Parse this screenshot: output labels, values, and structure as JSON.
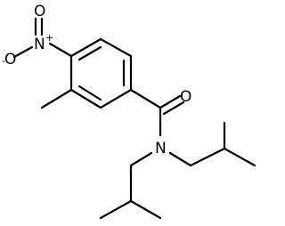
{
  "atoms": {
    "nitro_O_top": "O",
    "nitro_N": "N",
    "nitro_N_charge": "+",
    "nitro_O_left": "O",
    "nitro_O_left_charge": "-",
    "carbonyl_O": "O",
    "amide_N": "N"
  }
}
